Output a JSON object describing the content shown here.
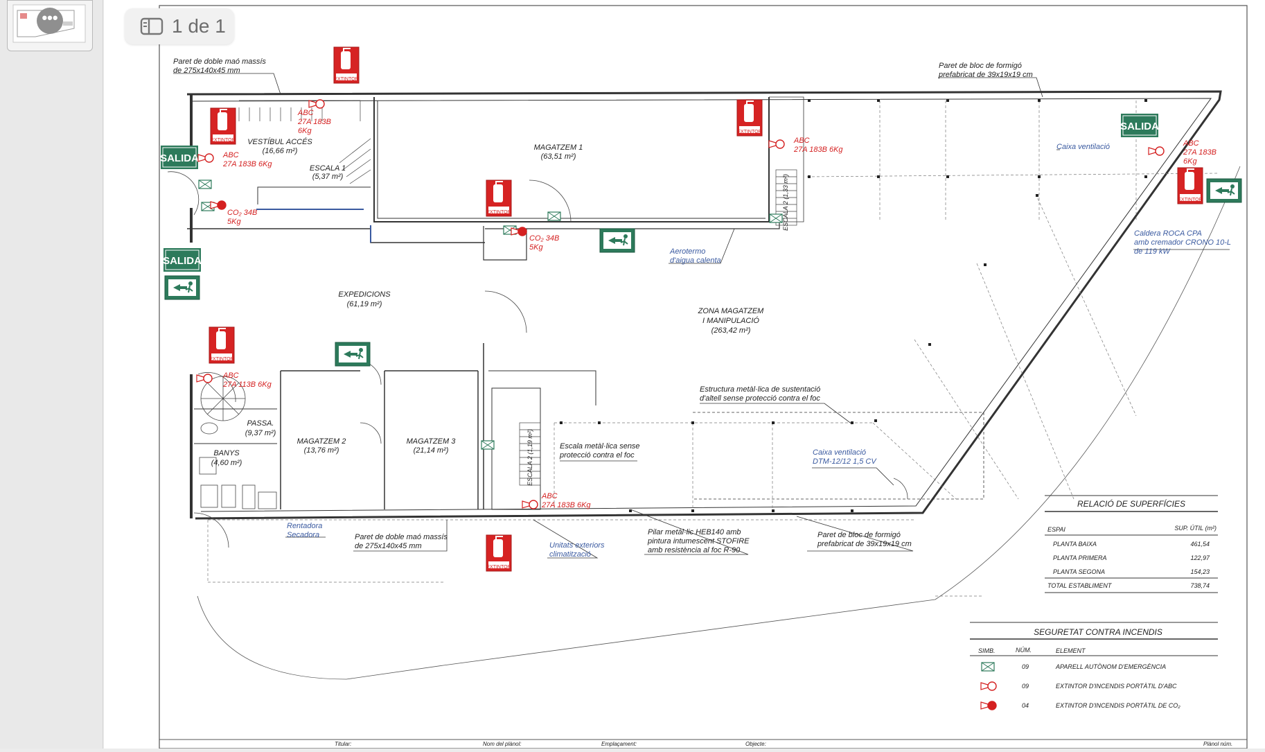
{
  "viewer": {
    "page_indicator": "1 de 1",
    "thumb_menu_glyph": "•••",
    "accent_color": "#2a7a5a"
  },
  "signs": {
    "salida": "SALIDA",
    "extintor": "EXTINTOR"
  },
  "rooms": {
    "vestibul": [
      "VESTÍBUL ACCÉS",
      "(16,66 m²)"
    ],
    "escala1": [
      "ESCALA 1",
      "(5,37 m²)"
    ],
    "magatzem1": [
      "MAGATZEM 1",
      "(63,51 m²)"
    ],
    "expedicions": [
      "EXPEDICIONS",
      "(61,19 m²)"
    ],
    "zona": [
      "ZONA MAGATZEM",
      "I MANIPULACIÓ",
      "(263,42 m²)"
    ],
    "passa": [
      "PASSA.",
      "(9,37 m²)"
    ],
    "banys": [
      "BANYS",
      "(4,60 m²)"
    ],
    "magatzem2": [
      "MAGATZEM 2",
      "(13,76 m²)"
    ],
    "magatzem3": [
      "MAGATZEM 3",
      "(21,14 m²)"
    ],
    "escala2": "ESCALA 2 (1,33 m²)",
    "escala2b": "ESCALA 2 (1,19 m²)"
  },
  "annotations": {
    "paret_top": [
      "Paret de doble maó massís",
      "de 275x140x45 mm"
    ],
    "paret_bloc_top": [
      "Paret de bloc de formigó",
      "prefabricat de 39x19x19 cm"
    ],
    "caixa_vent": "Caixa ventilació",
    "caldera": [
      "Caldera ROCA CPA",
      "amb cremador CRONO 10-L",
      "de 119 kW"
    ],
    "aerotermo": [
      "Aerotermo",
      "d'aigua calenta"
    ],
    "estructura": [
      "Estructura metàl·lica de sustentació",
      "d'altell sense protecció contra el foc"
    ],
    "escala_met": [
      "Escala metàl·lica sense",
      "protecció contra el foc"
    ],
    "caixa_vent2": [
      "Caixa ventilació",
      "DTM-12/12 1,5 CV"
    ],
    "rentadora": [
      "Rentadora",
      "Secadora"
    ],
    "paret_bottom": [
      "Paret de doble maó massís",
      "de 275x140x45 mm"
    ],
    "unitats": [
      "Unitats exteriors",
      "climatització"
    ],
    "pilar": [
      "Pilar metàl·lic HEB140 amb",
      "pintura intumescent STOFIRE",
      "amb resistència al foc R-90"
    ],
    "paret_bloc_bottom": [
      "Paret de bloc de formigó",
      "prefabricat de 39x19x19 cm"
    ]
  },
  "extinguishers": {
    "abc_1": [
      "ABC",
      "27A 183B",
      "6Kg"
    ],
    "abc_2": [
      "ABC",
      "27A 183B 6Kg"
    ],
    "co2_1": [
      "CO₂ 34B",
      "5Kg"
    ],
    "co2_2": [
      "CO₂ 34B",
      "5Kg"
    ],
    "abc_3": [
      "ABC",
      "27A 183B 6Kg"
    ],
    "abc_4": [
      "ABC",
      "27A 183B",
      "6Kg"
    ],
    "abc_5": [
      "ABC",
      "27A 113B 6Kg"
    ],
    "abc_6": [
      "ABC",
      "27A 183B 6Kg"
    ]
  },
  "surfaces_table": {
    "title": "RELACIÓ DE SUPERFÍCIES",
    "col_espai": "ESPAI",
    "col_sup": "SUP. ÚTIL (m²)",
    "rows": [
      {
        "name": "PLANTA BAIXA",
        "value": "461,54"
      },
      {
        "name": "PLANTA PRIMERA",
        "value": "122,97"
      },
      {
        "name": "PLANTA SEGONA",
        "value": "154,23"
      },
      {
        "name": "TOTAL ESTABLIMENT",
        "value": "738,74"
      }
    ]
  },
  "fire_table": {
    "title": "SEGURETAT CONTRA INCENDIS",
    "col_simb": "SIMB.",
    "col_num": "NÚM.",
    "col_element": "ELEMENT",
    "rows": [
      {
        "num": "09",
        "element": "APARELL AUTÒNOM D'EMERGÈNCIA"
      },
      {
        "num": "09",
        "element": "EXTINTOR D'INCENDIS PORTÀTIL D'ABC"
      },
      {
        "num": "04",
        "element": "EXTINTOR D'INCENDIS PORTÀTIL DE CO₂"
      }
    ]
  },
  "title_block": [
    "Titular:",
    "Nom del plànol:",
    "Emplaçament:",
    "Objecte:",
    "Plànol núm."
  ]
}
